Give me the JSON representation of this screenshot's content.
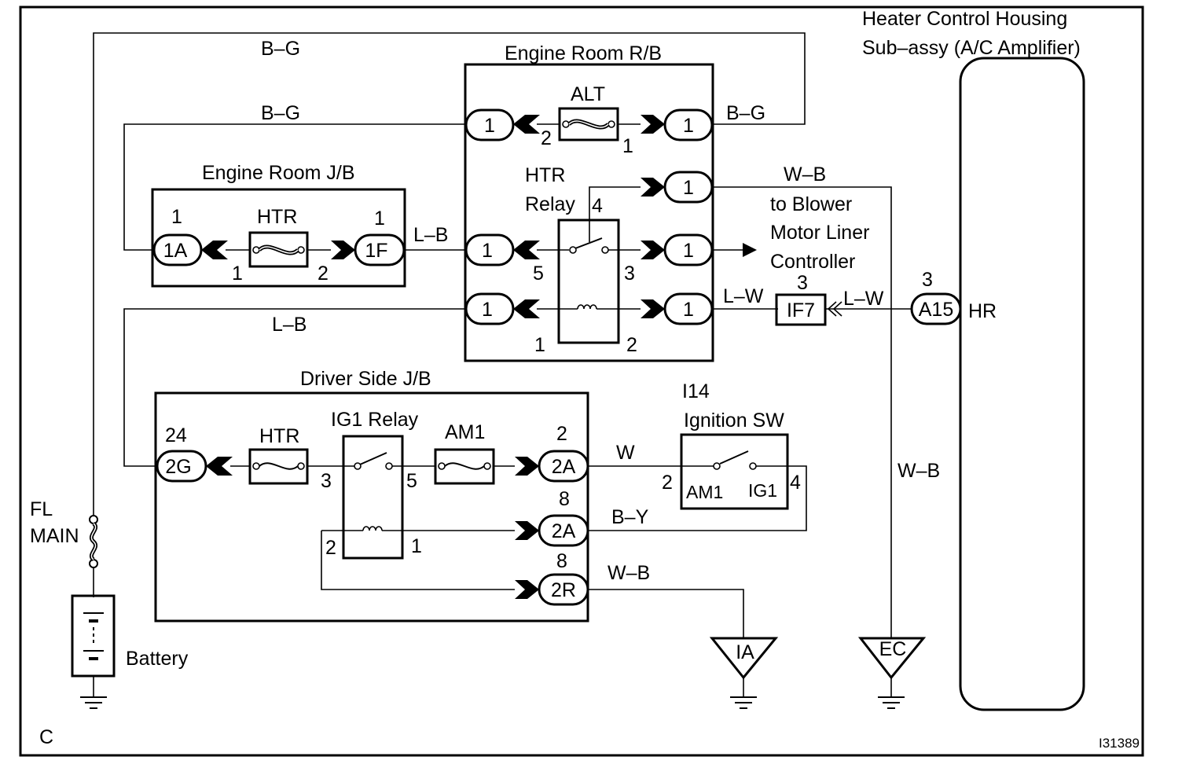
{
  "page": {
    "corner_letter": "C",
    "figure_id": "I31389"
  },
  "components": {
    "amplifier_line1": "Heater Control Housing",
    "amplifier_line2": "Sub–assy (A/C Amplifier)",
    "engine_room_rb": "Engine Room R/B",
    "engine_room_jb": "Engine Room J/B",
    "driver_side_jb": "Driver Side J/B",
    "htr_relay_line1": "HTR",
    "htr_relay_line2": "Relay",
    "ig1_relay": "IG1 Relay",
    "ignition_id": "I14",
    "ignition_name": "Ignition SW",
    "blower_line1": "to Blower",
    "blower_line2": "Motor Liner",
    "blower_line3": "Controller",
    "fl_line1": "FL",
    "fl_line2": "MAIN",
    "battery": "Battery"
  },
  "fuses": {
    "alt": "ALT",
    "htr_jb": "HTR",
    "htr_dsjb": "HTR",
    "am1": "AM1"
  },
  "connectors": {
    "rb_alt_left": "1",
    "rb_alt_right": "1",
    "rb_right_top": "1",
    "rb_left_mid": "1",
    "rb_right_mid": "1",
    "rb_left_bot": "1",
    "rb_right_bot": "1",
    "jb_1a": "1A",
    "jb_1f": "1F",
    "if7": "IF7",
    "a15": "A15",
    "dsjb_2g": "2G",
    "dsjb_2a_top": "2A",
    "dsjb_2a_mid": "2A",
    "dsjb_2r": "2R"
  },
  "pins": {
    "alt_2": "2",
    "alt_1": "1",
    "relay_4": "4",
    "relay_5": "5",
    "relay_3": "3",
    "relay_1": "1",
    "relay_2": "2",
    "jb_1a_top": "1",
    "jb_1f_top": "1",
    "jb_htr_1": "1",
    "jb_htr_2": "2",
    "if7_top": "3",
    "a15_top": "3",
    "a15_side": "HR",
    "dsjb_24": "24",
    "ig1_3": "3",
    "ig1_5": "5",
    "ig1_2": "2",
    "ig1_1": "1",
    "dsjb_2a_top_pin": "2",
    "dsjb_2a_mid_pin": "8",
    "dsjb_2r_pin": "8",
    "ign_2": "2",
    "ign_4": "4",
    "ign_am1": "AM1",
    "ign_ig1": "IG1"
  },
  "wires": {
    "bg_top": "B–G",
    "bg_mid": "B–G",
    "bg_right": "B–G",
    "lb_top": "L–B",
    "lb_left": "L–B",
    "wb_top": "W–B",
    "lw_left": "L–W",
    "lw_right": "L–W",
    "w_ign": "W",
    "by": "B–Y",
    "wb_ground": "W–B",
    "wb_vertical": "W–B"
  },
  "grounds": {
    "ia": "IA",
    "ec": "EC"
  }
}
